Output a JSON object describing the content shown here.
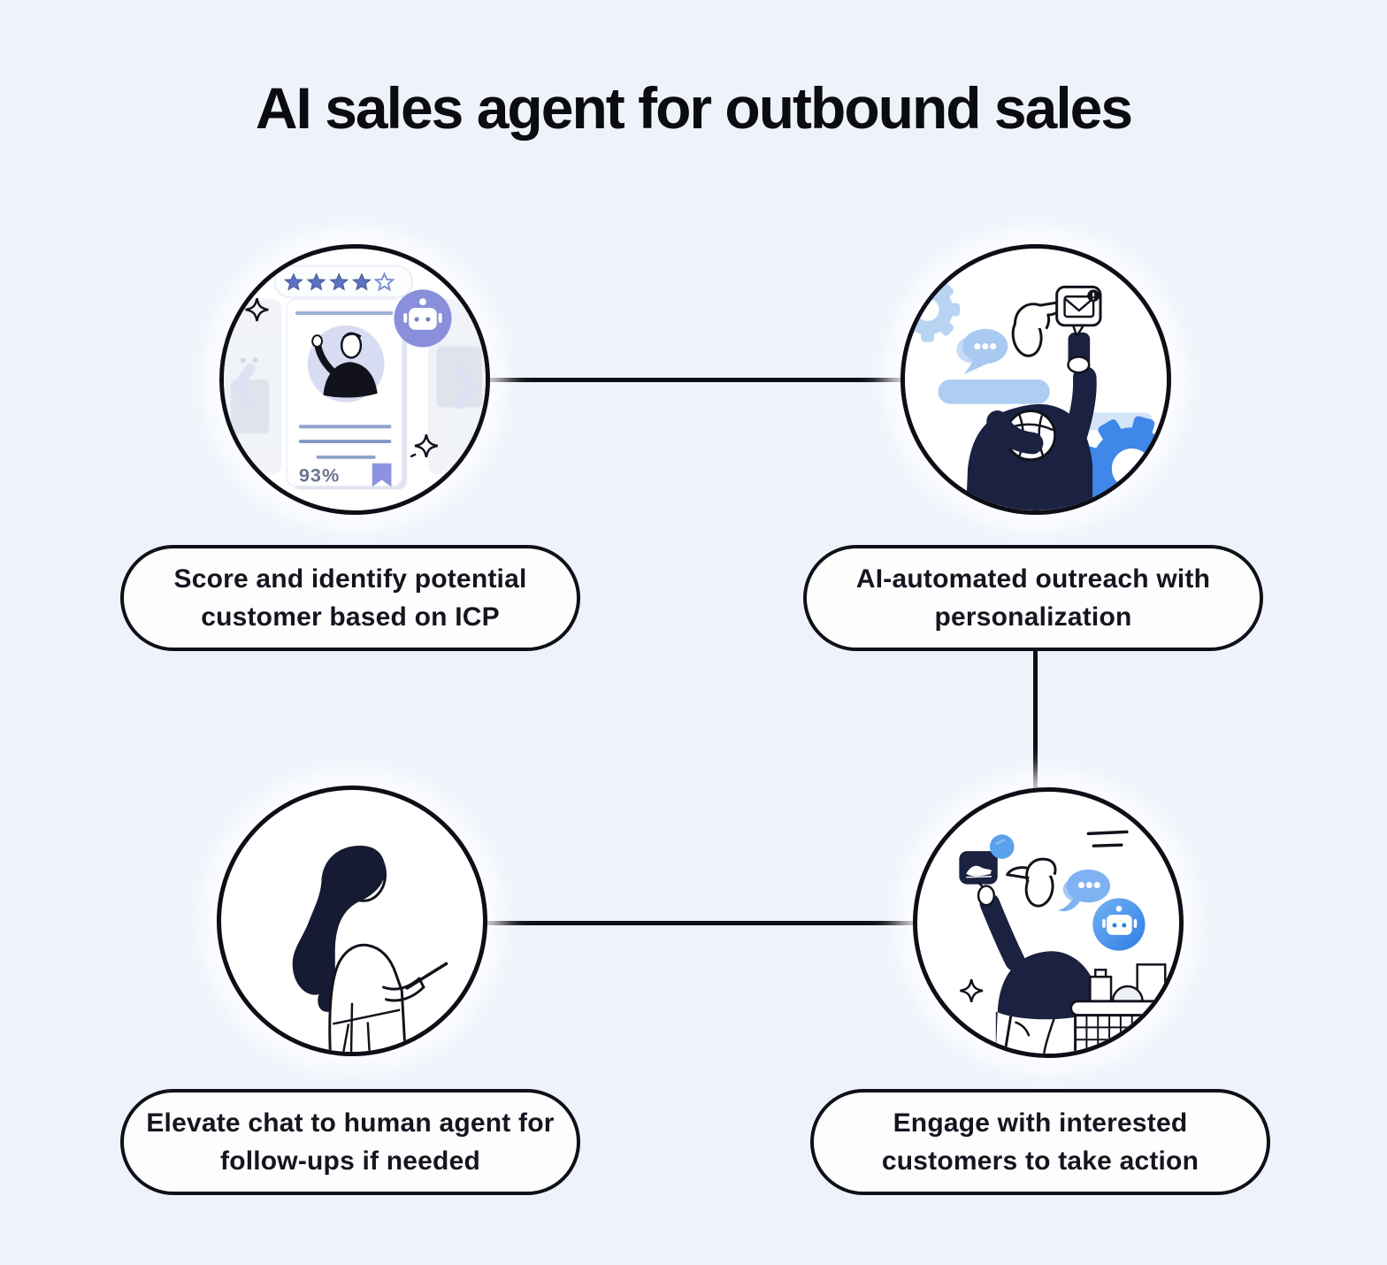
{
  "title": "AI sales agent for outbound sales",
  "colors": {
    "background": "#eef3fb",
    "outline": "#0e0e17",
    "navy_figure": "#1b2140",
    "blue": "#3f87e8",
    "light_blue": "#aecdf2",
    "purple": "#8a8fdc",
    "lavender": "#d8dcf2"
  },
  "nodes": [
    {
      "id": "score",
      "icon": "profile-scorecard-illustration",
      "score_badge": "93%",
      "lines": [
        "Score and identify potential",
        "customer based on ICP"
      ]
    },
    {
      "id": "outreach",
      "icon": "outreach-person-illustration",
      "lines": [
        "AI-automated outreach with",
        "personalization"
      ]
    },
    {
      "id": "elevate",
      "icon": "human-agent-illustration",
      "lines": [
        "Elevate chat to human agent for",
        "follow-ups if needed"
      ]
    },
    {
      "id": "engage",
      "icon": "engage-customer-illustration",
      "lines": [
        "Engage with interested",
        "customers to take action"
      ]
    }
  ],
  "icon_glyphs": [
    "robot-icon",
    "star-rating-icon",
    "bookmark-icon",
    "sparkle-icon",
    "gear-icon",
    "chat-bubble-icon",
    "email-notification-icon",
    "basketball-icon",
    "smartphone-icon",
    "shopping-basket-icon"
  ]
}
